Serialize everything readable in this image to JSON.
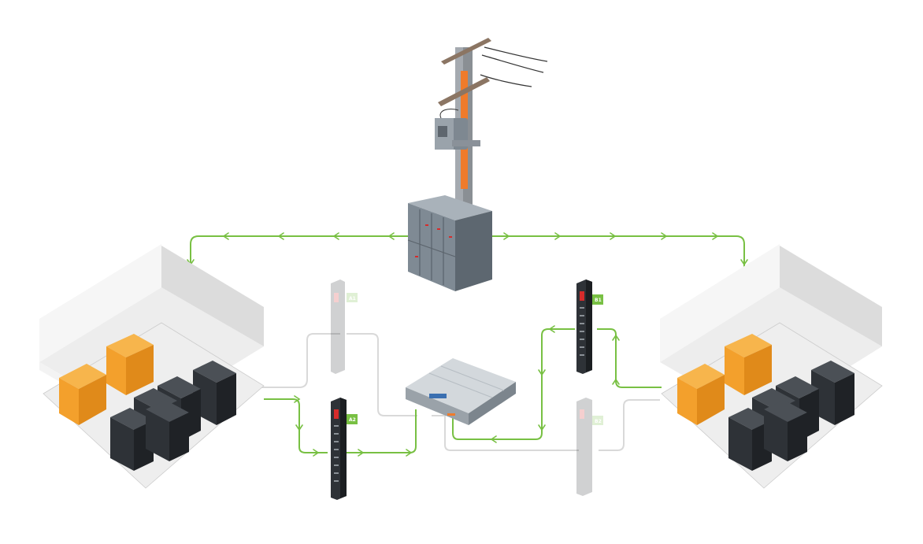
{
  "diagram": {
    "nodes": [
      {
        "id": "utility-pole",
        "icon": "utility-pole-icon",
        "label": ""
      },
      {
        "id": "switchgear",
        "icon": "switchgear-cabinet-icon",
        "label": ""
      },
      {
        "id": "room-left",
        "icon": "power-room-icon",
        "label": ""
      },
      {
        "id": "room-right",
        "icon": "power-room-icon",
        "label": ""
      },
      {
        "id": "server-chassis",
        "icon": "server-chassis-icon",
        "label": ""
      },
      {
        "id": "pdu-a1",
        "icon": "rack-pdu-icon",
        "label": "A1",
        "active": false
      },
      {
        "id": "pdu-a2",
        "icon": "rack-pdu-icon",
        "label": "A2",
        "active": true
      },
      {
        "id": "pdu-b1",
        "icon": "rack-pdu-icon",
        "label": "B1",
        "active": true
      },
      {
        "id": "pdu-b2",
        "icon": "rack-pdu-icon",
        "label": "B2",
        "active": false
      }
    ],
    "connections": [
      {
        "from": "switchgear",
        "to": "room-left",
        "active": true
      },
      {
        "from": "switchgear",
        "to": "room-right",
        "active": true
      },
      {
        "from": "room-left",
        "to": "pdu-a2",
        "active": true
      },
      {
        "from": "pdu-a2",
        "to": "server-chassis",
        "active": true
      },
      {
        "from": "room-right",
        "to": "pdu-b1",
        "active": true
      },
      {
        "from": "pdu-b1",
        "to": "server-chassis",
        "active": true
      },
      {
        "from": "room-left",
        "to": "pdu-a1",
        "active": false
      },
      {
        "from": "pdu-a1",
        "to": "server-chassis",
        "active": false
      },
      {
        "from": "room-right",
        "to": "pdu-b2",
        "active": false
      },
      {
        "from": "pdu-b2",
        "to": "server-chassis",
        "active": false
      }
    ]
  },
  "colors": {
    "active_line": "#78c043",
    "inactive_line": "#d4d4d4",
    "pole_accent": "#ef7b2b",
    "ups_orange": "#f3a02c",
    "rack_dark": "#2e3237",
    "cabinet_gray": "#7e8891"
  }
}
